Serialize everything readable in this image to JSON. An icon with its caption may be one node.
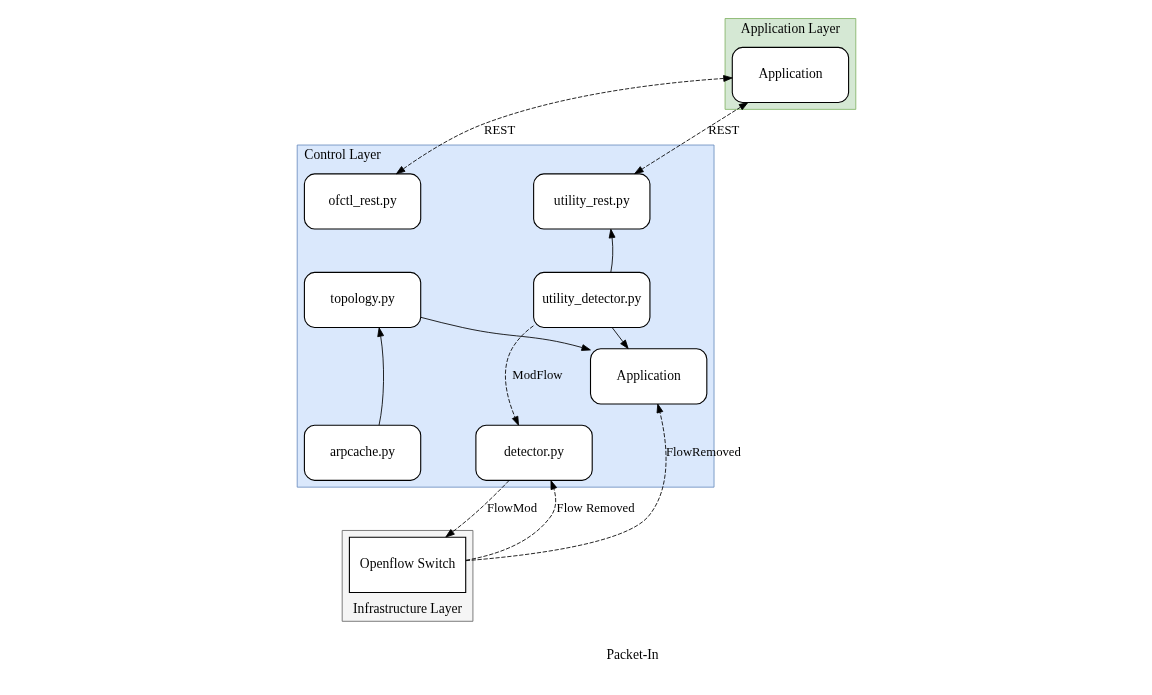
{
  "diagram": {
    "nodes": [
      {
        "text": [
          "Control Layer"
        ]
      },
      {
        "text": [
          "Application Layer"
        ]
      },
      {
        "text": [
          "Infrastructure Layer"
        ]
      },
      {
        "text": [
          "ofctl_rest.py"
        ],
        "in": 0
      },
      {
        "text": [
          "Application"
        ],
        "in": 1
      },
      {
        "text": [
          "utility_rest.py"
        ],
        "in": 0
      },
      {
        "text": [
          "topology.py"
        ],
        "in": 0
      },
      {
        "text": [
          "Application"
        ],
        "in": 0
      },
      {
        "text": [
          "utility_detector.py"
        ],
        "in": 0
      },
      {
        "text": [
          "arpcache.py"
        ],
        "in": 0
      },
      {
        "text": [
          "Openflow Switch"
        ],
        "in": 2
      },
      {
        "text": [
          "detector.py"
        ],
        "in": 0
      }
    ],
    "edges": [
      {
        "from": 3,
        "to": 4,
        "arrow": "both",
        "label": "REST",
        "style": "dashed"
      },
      {
        "from": 4,
        "to": 5,
        "arrow": "both",
        "label": "REST",
        "style": "dashed"
      },
      {
        "from": 6,
        "to": 7,
        "arrow": "to"
      },
      {
        "from": 8,
        "to": 7,
        "arrow": "to"
      },
      {
        "from": 8,
        "to": 5,
        "arrow": "to"
      },
      {
        "from": 9,
        "to": 6,
        "arrow": "to"
      },
      {
        "from": 10,
        "to": 7,
        "arrow": "to",
        "label": "FlowRemoved",
        "style": "dashed"
      },
      {
        "from": 8,
        "to": 11,
        "arrow": "to",
        "label": "ModFlow",
        "style": "dashed"
      },
      {
        "from": 11,
        "to": 10,
        "arrow": "to",
        "label": "FlowMod",
        "style": "dashed"
      },
      {
        "from": 10,
        "to": 11,
        "arrow": "to",
        "label": "Flow Removed",
        "style": "dashed"
      }
    ],
    "labels": [
      "Packet-In"
    ]
  }
}
